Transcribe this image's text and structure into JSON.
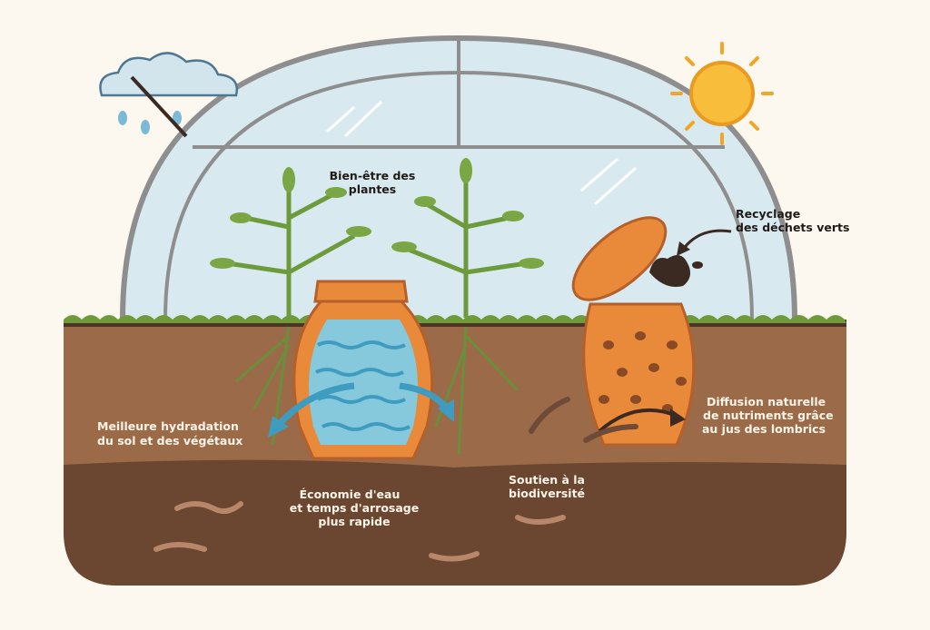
{
  "labels": {
    "plants": [
      "Bien-être des",
      "plantes"
    ],
    "recycling": [
      "Recyclage",
      "des déchets verts"
    ],
    "hydration": [
      "Meilleure hydradation",
      "du sol et des végétaux"
    ],
    "economy": [
      "Économie d'eau",
      "et temps d'arrosage",
      "plus rapide"
    ],
    "biodiversity": [
      "Soutien à la",
      "biodiversité"
    ],
    "diffusion": [
      "Diffusion naturelle",
      "de nutriments grâce",
      "au jus des lombrics"
    ]
  },
  "colors": {
    "background": "#fcf8ef",
    "greenhouse": "#d6e8ee",
    "frame": "#8f8f8f",
    "grass": "#6f9a3a",
    "topsoil": "#9b6b49",
    "subsoil": "#6b4631",
    "pot": "#e98a3a",
    "water": "#7cc3d8",
    "arrow": "#3d9cbf",
    "sun": "#f6b632"
  }
}
